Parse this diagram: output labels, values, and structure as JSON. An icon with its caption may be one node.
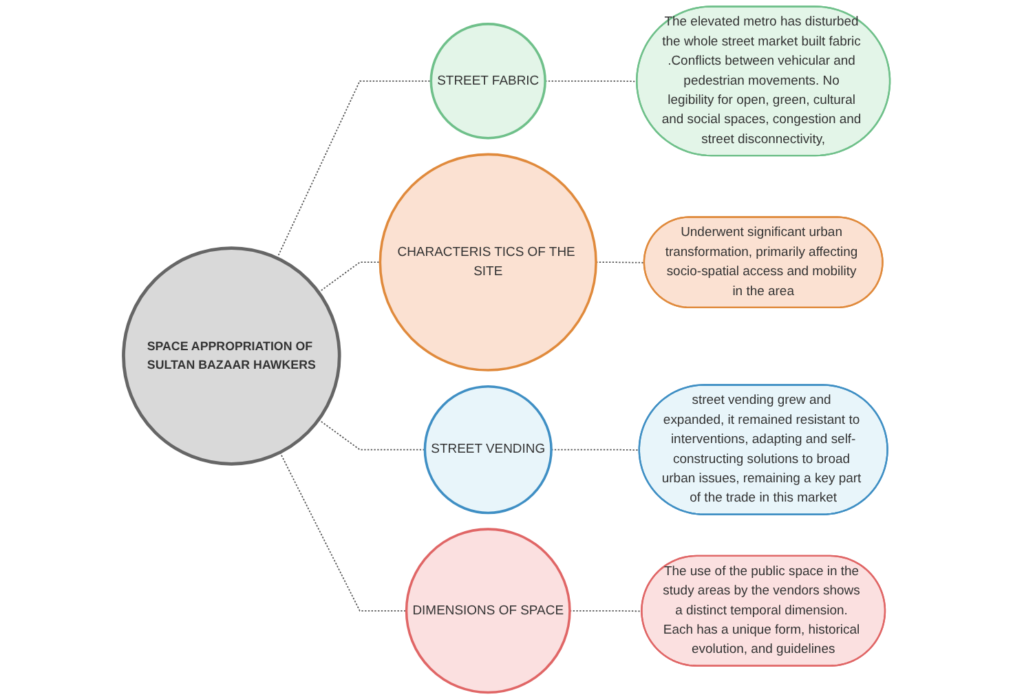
{
  "diagram": {
    "nodes": [
      {
        "text": [
          "SPACE APPROPRIATION OF SULTAN BAZAAR HAWKERS"
        ]
      },
      {
        "text": [
          "STREET FABRIC"
        ]
      },
      {
        "text": [
          "The elevated metro has disturbed the whole street market built fabric .Conflicts between vehicular and pedestrian movements. No legibility for open, green, cultural and social spaces, congestion and street disconnectivity,"
        ]
      },
      {
        "text": [
          "CHARACTERIS TICS OF THE SITE"
        ]
      },
      {
        "text": [
          "Underwent significant urban transformation, primarily affecting socio-spatial access and mobility in the area"
        ]
      },
      {
        "text": [
          "STREET VENDING"
        ]
      },
      {
        "text": [
          "street vending grew and expanded, it remained resistant to interventions, adapting and self-constructing solutions to broad urban issues, remaining a key part of the trade in this market"
        ]
      },
      {
        "text": [
          "DIMENSIONS OF SPACE"
        ]
      },
      {
        "text": [
          "The use of the public space in the study areas by the vendors shows a distinct temporal dimension. Each has a unique form, historical evolution, and guidelines"
        ]
      }
    ],
    "edges": [
      {
        "from": 0,
        "to": 1,
        "arrow": "none",
        "style": "dashed"
      },
      {
        "from": 0,
        "to": 3,
        "arrow": "none",
        "style": "dashed"
      },
      {
        "from": 0,
        "to": 5,
        "arrow": "none",
        "style": "dashed"
      },
      {
        "from": 0,
        "to": 7,
        "arrow": "none",
        "style": "dashed"
      },
      {
        "from": 1,
        "to": 2,
        "arrow": "none",
        "style": "dashed"
      },
      {
        "from": 3,
        "to": 4,
        "arrow": "none",
        "style": "dashed"
      },
      {
        "from": 5,
        "to": 6,
        "arrow": "none",
        "style": "dashed"
      },
      {
        "from": 7,
        "to": 8,
        "arrow": "none",
        "style": "dashed"
      }
    ]
  }
}
